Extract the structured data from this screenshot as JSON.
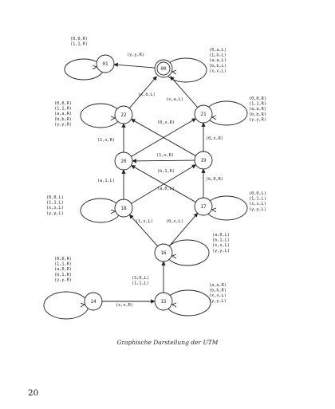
{
  "caption": "Graphische Darstellung der UTM",
  "page_number": "20",
  "nodes": [
    {
      "id": "01",
      "final": false
    },
    {
      "id": "00",
      "final": true
    },
    {
      "id": "22",
      "final": false
    },
    {
      "id": "21",
      "final": false
    },
    {
      "id": "20",
      "final": false
    },
    {
      "id": "19",
      "final": false
    },
    {
      "id": "18",
      "final": false
    },
    {
      "id": "17",
      "final": false
    },
    {
      "id": "16",
      "final": false
    },
    {
      "id": "15",
      "final": false
    },
    {
      "id": "14",
      "final": false
    }
  ],
  "edges": [
    {
      "from": "14",
      "to": "15",
      "label": "(x,x,R)"
    },
    {
      "from": "15",
      "to": "16",
      "label": "(S,0,L)\n(1,1,L)"
    },
    {
      "from": "16",
      "to": "18",
      "label": "(1,x,L)"
    },
    {
      "from": "16",
      "to": "17",
      "label": "(0,x,L)"
    },
    {
      "from": "18",
      "to": "20",
      "label": "(a,1,L)"
    },
    {
      "from": "18",
      "to": "19",
      "label": ""
    },
    {
      "from": "17",
      "to": "20",
      "label": "(a,0,L)"
    },
    {
      "from": "17",
      "to": "19",
      "label": "(b,0,R)"
    },
    {
      "from": "20",
      "to": "22",
      "label": "(1,x,R)"
    },
    {
      "from": "20",
      "to": "21",
      "label": "(1,x,R)"
    },
    {
      "from": "19",
      "to": "20",
      "label": "(b,1,R)"
    },
    {
      "from": "19",
      "to": "21",
      "label": "(0,x,R)"
    },
    {
      "from": "19",
      "to": "22",
      "label": "(0,x,R)"
    },
    {
      "from": "22",
      "to": "00",
      "label": "(x,b,L)"
    },
    {
      "from": "21",
      "to": "00",
      "label": "(x,a,L)"
    },
    {
      "from": "00",
      "to": "01",
      "label": "(y,y,R)"
    }
  ],
  "loops": [
    {
      "node": "01",
      "label": "(0,0,R)\n(1,1,R)"
    },
    {
      "node": "00",
      "label": "(0,a,L)\n(1,b,L)\n(a,a,L)\n(b,b,L)\n(x,x,L)"
    },
    {
      "node": "22",
      "label": "(0,0,R)\n(1,1,R)\n(a,a,R)\n(b,b,R)\n(y,y,R)"
    },
    {
      "node": "21",
      "label": "(0,0,R)\n(1,1,R)\n(a,a,R)\n(b,b,R)\n(y,y,R)"
    },
    {
      "node": "18",
      "label": "(0,0,L)\n(1,1,L)\n(x,x,L)\n(y,y,L)"
    },
    {
      "node": "17",
      "label": "(0,0,L)\n(1,1,L)\n(x,x,L)\n(y,y,L)"
    },
    {
      "node": "16",
      "label": "(a,0,L)\n(b,1,L)\n(x,x,L)\n(y,y,L)"
    },
    {
      "node": "15",
      "label": "(a,a,R)\n(b,b,R)\n(x,x,L)\n(y,y,L)"
    },
    {
      "node": "14",
      "label": "(0,0,R)\n(1,1,R)\n(a,0,R)\n(b,1,R)\n(y,y,R)"
    }
  ]
}
